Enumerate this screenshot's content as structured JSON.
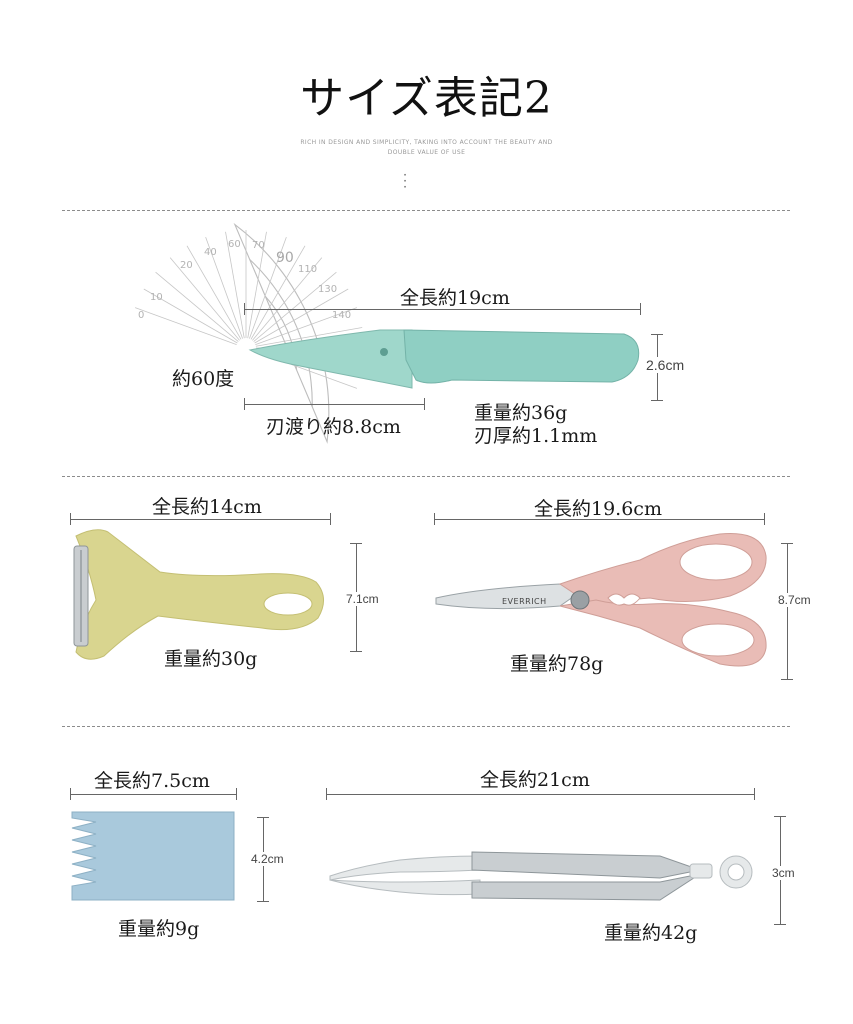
{
  "header": {
    "title": "サイズ表記2",
    "subtitle_line1": "RICH IN DESIGN AND SIMPLICITY, TAKING INTO ACCOUNT THE BEAUTY AND",
    "subtitle_line2": "DOUBLE VALUE OF USE"
  },
  "knife": {
    "length": "全長約19cm",
    "height": "2.6cm",
    "angle": "約60度",
    "blade_length": "刃渡り約8.8cm",
    "weight": "重量約36g",
    "blade_thickness": "刃厚約1.1mm",
    "color": "#8fcfc3"
  },
  "peeler": {
    "length": "全長約14cm",
    "height": "7.1cm",
    "weight": "重量約30g",
    "color": "#d9d58f"
  },
  "scissors": {
    "length": "全長約19.6cm",
    "height": "8.7cm",
    "weight": "重量約78g",
    "brand": "EVERRICH",
    "color": "#e9bcb6"
  },
  "comb": {
    "length": "全長約7.5cm",
    "height": "4.2cm",
    "weight": "重量約9g",
    "color": "#a9c9dc"
  },
  "tongs": {
    "length": "全長約21cm",
    "height": "3cm",
    "weight": "重量約42g",
    "color": "#e6e9ea"
  }
}
